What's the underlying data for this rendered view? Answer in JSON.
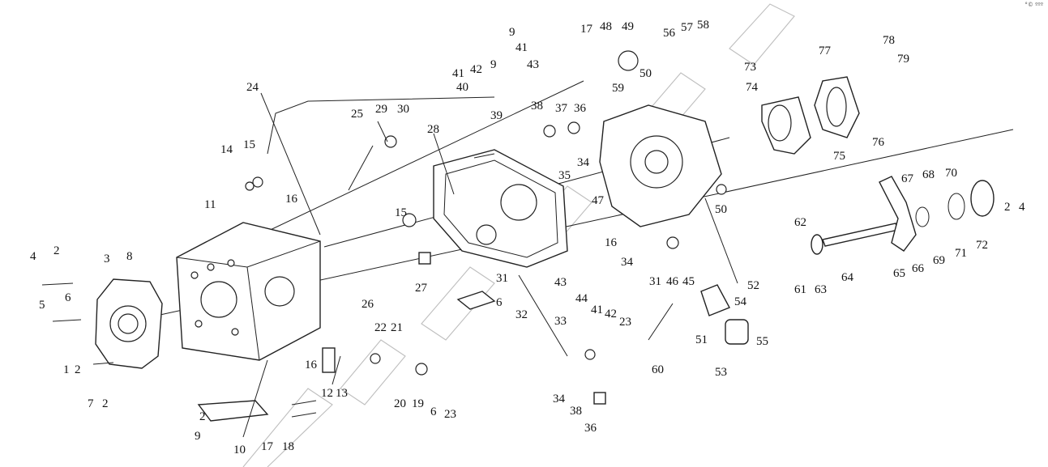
{
  "corner_mark": "°© ººº",
  "callouts": [
    "1",
    "2",
    "3",
    "4",
    "5",
    "6",
    "7",
    "8",
    "9",
    "10",
    "11",
    "12",
    "13",
    "14",
    "15",
    "16",
    "17",
    "18",
    "19",
    "20",
    "21",
    "22",
    "23",
    "24",
    "25",
    "26",
    "27",
    "28",
    "29",
    "30",
    "31",
    "32",
    "33",
    "34",
    "35",
    "36",
    "37",
    "38",
    "39",
    "40",
    "41",
    "42",
    "43",
    "44",
    "45",
    "46",
    "47",
    "48",
    "49",
    "50",
    "51",
    "52",
    "53",
    "54",
    "55",
    "56",
    "57",
    "58",
    "59",
    "60",
    "61",
    "62",
    "63",
    "64",
    "65",
    "66",
    "67",
    "68",
    "69",
    "70",
    "71",
    "72",
    "73",
    "74",
    "75",
    "76",
    "77",
    "78",
    "79"
  ]
}
